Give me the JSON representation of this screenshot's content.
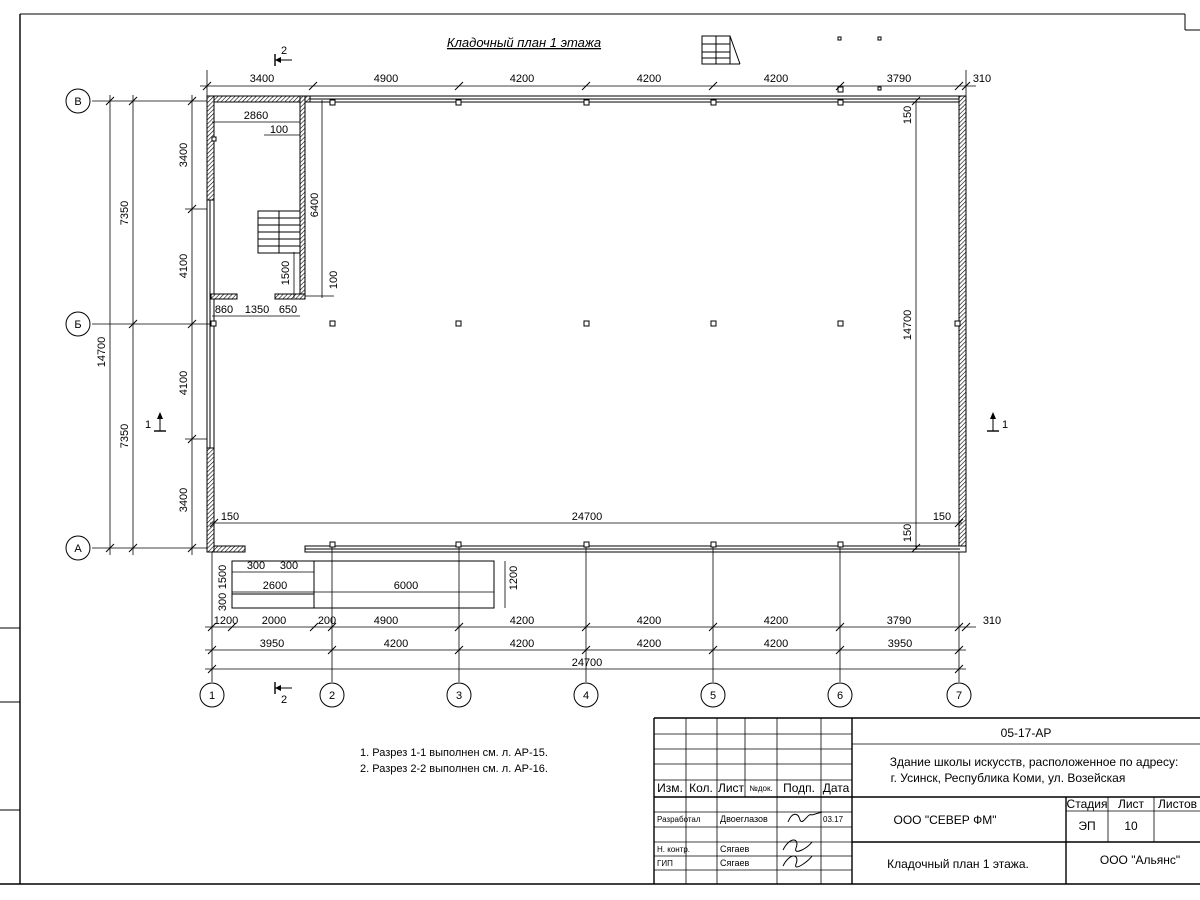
{
  "title": "Кладочный план 1 этажа",
  "dims_top": [
    "3400",
    "4900",
    "4200",
    "4200",
    "4200",
    "3790",
    "310"
  ],
  "dims_bottom_1": [
    "1200",
    "2000",
    "200",
    "4900",
    "4200",
    "4200",
    "4200",
    "3790",
    "310"
  ],
  "dims_bottom_2": [
    "3950",
    "4200",
    "4200",
    "4200",
    "4200",
    "3950"
  ],
  "dim_total_bottom": "24700",
  "dims_left_inner": [
    "3400",
    "4100",
    "4100",
    "3400"
  ],
  "dims_left_mid": [
    "7350",
    "7350"
  ],
  "dim_left_total": "14700",
  "dim_right_total": "14700",
  "axes_letters": [
    "В",
    "Б",
    "А"
  ],
  "axes_numbers": [
    "1",
    "2",
    "3",
    "4",
    "5",
    "6",
    "7"
  ],
  "stair": {
    "d2860": "2860",
    "d100a": "100",
    "d6400": "6400",
    "d1500": "1500",
    "d100b": "100",
    "d860": "860",
    "d1350": "1350",
    "d650": "650"
  },
  "inner": {
    "d150_top": "150",
    "d150_left": "150",
    "d24700": "24700",
    "d150_right": "150",
    "d150_bottom": "150"
  },
  "porch": {
    "d300a": "300",
    "d300b": "300",
    "d1500": "1500",
    "d2600": "2600",
    "d6000": "6000",
    "d1200": "1200",
    "d300c": "300"
  },
  "section_marks": {
    "s2_top": "2",
    "s2_bottom": "2",
    "s1_left": "1",
    "s1_right": "1"
  },
  "notes": [
    "1. Разрез 1-1 выполнен см. л. АР-15.",
    "2. Разрез 2-2 выполнен см. л. АР-16."
  ],
  "stamp": {
    "doc_code": "05-17-АР",
    "object_line1": "Здание школы искусств, расположенное по адресу:",
    "object_line2": "г. Усинск, Республика Коми, ул. Возейская",
    "col_izm": "Изм.",
    "col_kol": "Кол.",
    "col_list": "Лист",
    "col_ndok": "№док.",
    "col_podp": "Подп.",
    "col_data": "Дата",
    "role1": "Разработал",
    "name1": "Двоеглазов",
    "date1": "03.17",
    "role2": "Н. контр.",
    "name2": "Сягаев",
    "role3": "ГИП",
    "name3": "Сягаев",
    "org1": "ООО \"СЕВЕР ФМ\"",
    "h_stage": "Стадия",
    "h_sheet": "Лист",
    "h_sheets": "Листов",
    "stage": "ЭП",
    "sheet": "10",
    "sheet_title": "Кладочный план 1 этажа.",
    "org2": "ООО \"Альянс\""
  }
}
